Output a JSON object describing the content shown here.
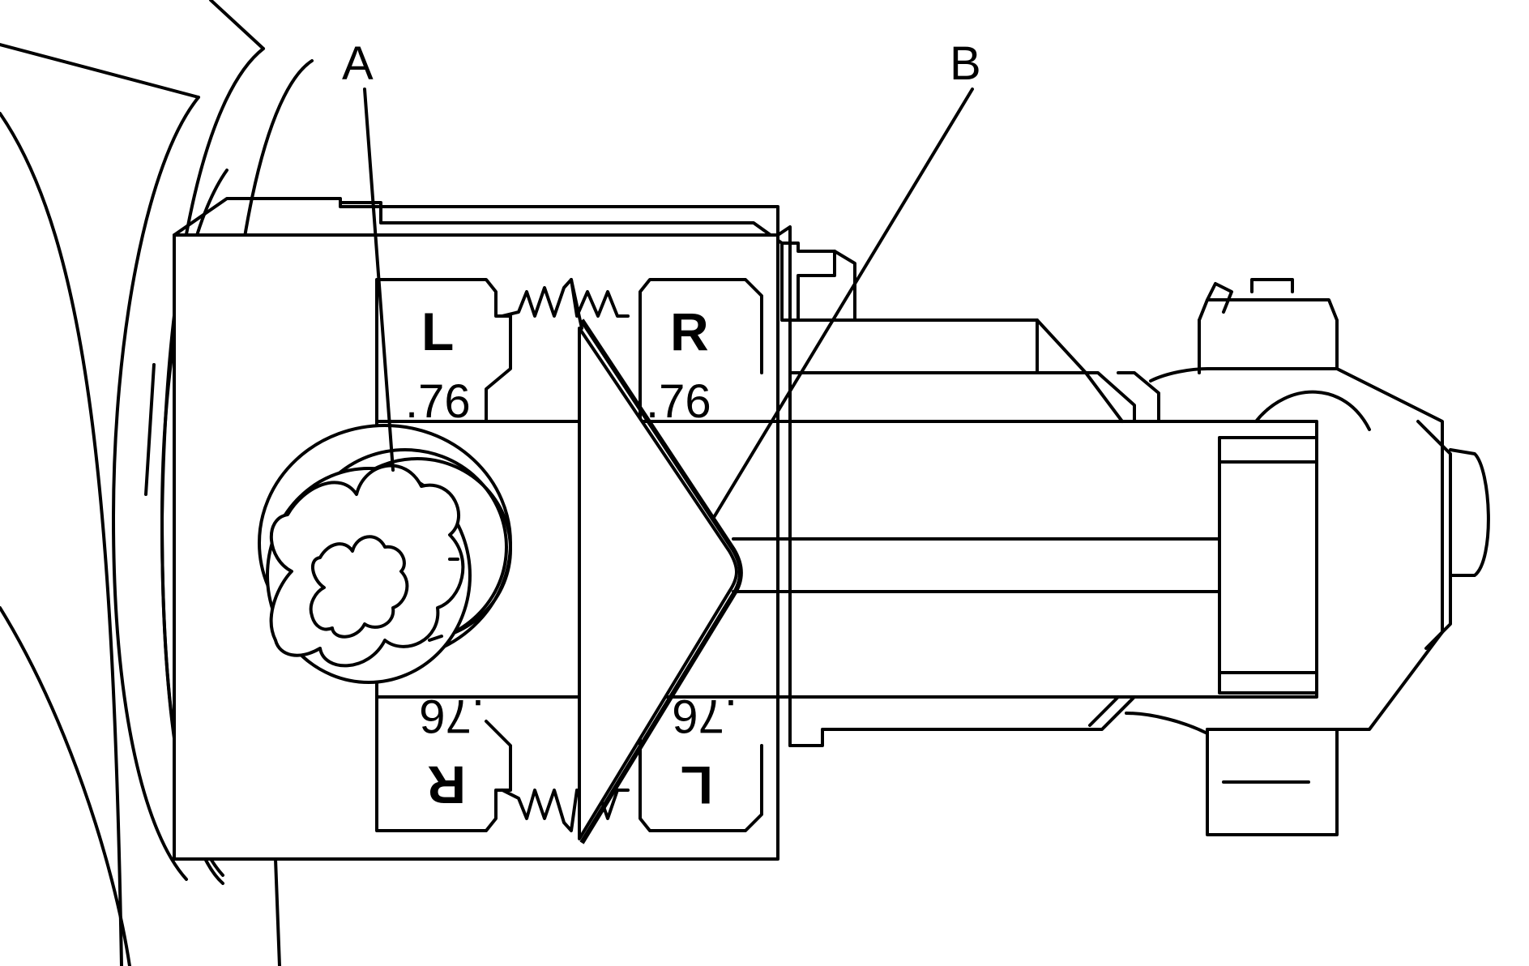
{
  "callouts": {
    "a": "A",
    "b": "B"
  },
  "scale": {
    "top_left_letter": "L",
    "top_left_value": ".76",
    "top_right_letter": "R",
    "top_right_value": ".76",
    "bottom_left_letter": "R",
    "bottom_left_value": ".76",
    "bottom_right_letter": "L",
    "bottom_right_value": ".76"
  }
}
